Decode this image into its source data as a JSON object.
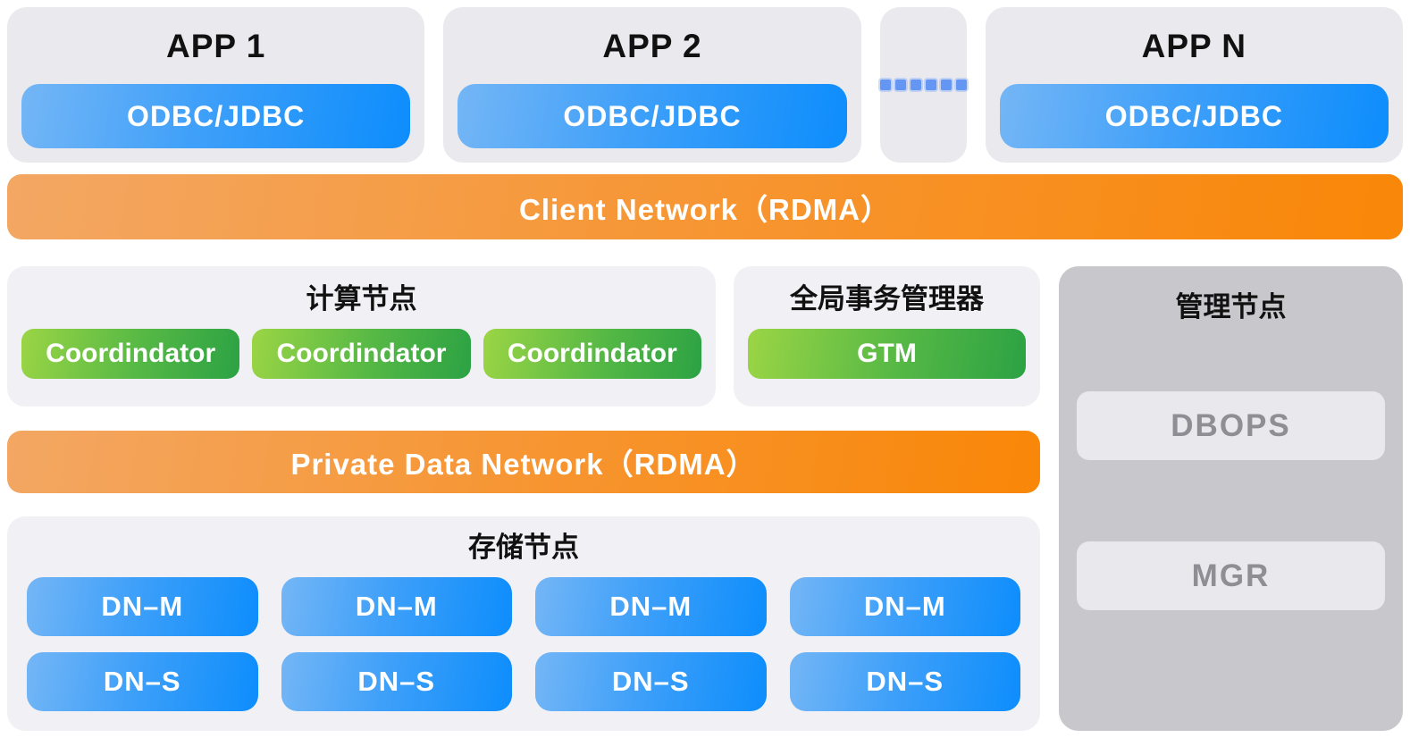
{
  "apps": {
    "items": [
      {
        "title": "APP 1",
        "connector": "ODBC/JDBC"
      },
      {
        "title": "APP 2",
        "connector": "ODBC/JDBC"
      },
      {
        "title": "APP N",
        "connector": "ODBC/JDBC"
      }
    ],
    "ellipsis_dots": 6
  },
  "client_network": {
    "label": "Client Network（RDMA）"
  },
  "compute": {
    "title": "计算节点",
    "nodes": [
      "Coordindator",
      "Coordindator",
      "Coordindator"
    ]
  },
  "gtm": {
    "title": "全局事务管理器",
    "node": "GTM"
  },
  "management": {
    "title": "管理节点",
    "items": [
      "DBOPS",
      "MGR"
    ]
  },
  "private_network": {
    "label": "Private Data Network（RDMA）"
  },
  "storage": {
    "title": "存储节点",
    "columns": [
      {
        "master": "DN–M",
        "standby": "DN–S"
      },
      {
        "master": "DN–M",
        "standby": "DN–S"
      },
      {
        "master": "DN–M",
        "standby": "DN–S"
      },
      {
        "master": "DN–M",
        "standby": "DN–S"
      }
    ]
  },
  "colors": {
    "blue_gradient_start": "#74B6F6",
    "blue_gradient_end": "#0D8DFC",
    "orange_gradient_start": "#F3A763",
    "orange_gradient_end": "#F98708",
    "green_gradient_start": "#9BD545",
    "green_gradient_end": "#2CA244",
    "panel_light_gray": "#EAE9EE",
    "panel_lighter_gray": "#F1F0F4",
    "management_gray": "#C8C7CC",
    "management_item_gray": "#E9E8EC",
    "management_text_gray": "#8F8E94",
    "dots_blue": "#6497F3"
  }
}
